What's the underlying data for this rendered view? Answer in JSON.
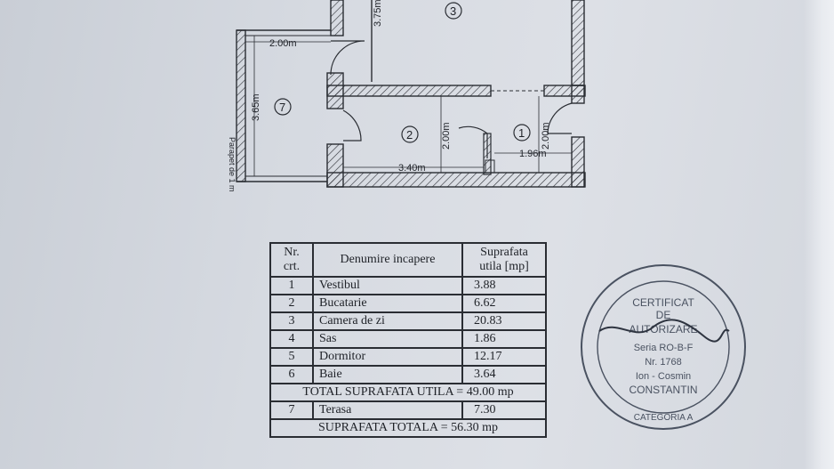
{
  "plan": {
    "dimensions": {
      "terrace_width": "2.00m",
      "terrace_height": "3.65m",
      "parapet": "Parapet de 1 m",
      "top_wall": "3.75m",
      "kitchen_height": "2.00m",
      "kitchen_width": "3.40m",
      "hall_height": "2.00m",
      "hall_width": "1.96m"
    },
    "rooms": [
      "1",
      "2",
      "3",
      "7"
    ]
  },
  "table": {
    "headers": {
      "nr": "Nr. crt.",
      "name": "Denumire incapere",
      "area": "Suprafata utila [mp]"
    },
    "rows": [
      {
        "nr": "1",
        "name": "Vestibul",
        "area": "3.88"
      },
      {
        "nr": "2",
        "name": "Bucatarie",
        "area": "6.62"
      },
      {
        "nr": "3",
        "name": "Camera de zi",
        "area": "20.83"
      },
      {
        "nr": "4",
        "name": "Sas",
        "area": "1.86"
      },
      {
        "nr": "5",
        "name": "Dormitor",
        "area": "12.17"
      },
      {
        "nr": "6",
        "name": "Baie",
        "area": "3.64"
      }
    ],
    "total_useful": "TOTAL SUPRAFATA UTILA = 49.00 mp",
    "terrace": {
      "nr": "7",
      "name": "Terasa",
      "area": "7.30"
    },
    "total": "SUPRAFATA TOTALA = 56.30 mp"
  },
  "stamp": {
    "line1": "CERTIFICAT",
    "line2": "DE",
    "line3": "AUTORIZARE",
    "line4": "Seria RO-B-F",
    "line5": "Nr. 1768",
    "line6": "Ion - Cosmin",
    "line7": "CONSTANTIN",
    "category": "CATEGORIA A"
  },
  "colors": {
    "ink": "#1f2228",
    "stamp": "#4a5261"
  }
}
